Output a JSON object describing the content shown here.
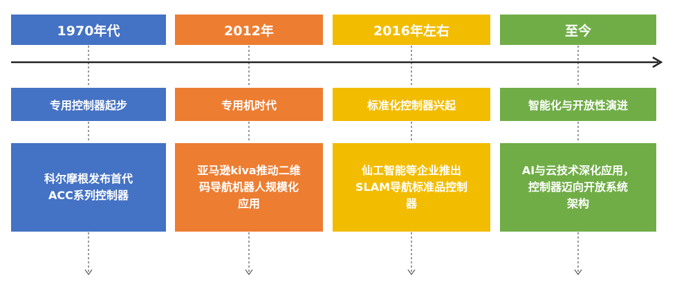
{
  "timeline": {
    "stages": [
      {
        "era": "1970年代",
        "theme": "专用控制器起步",
        "detail": [
          "科尔摩根发布首代",
          "ACC系列控制器"
        ],
        "color": "#4472c4"
      },
      {
        "era": "2012年",
        "theme": "专用机时代",
        "detail": [
          "亚马逊kiva推动二维",
          "码导航机器人规模化",
          "应用"
        ],
        "color": "#ed7d31"
      },
      {
        "era": "2016年左右",
        "theme": "标准化控制器兴起",
        "detail": [
          "仙工智能等企业推出",
          "SLAM导航标准品控制",
          "器"
        ],
        "color": "#f2bc00"
      },
      {
        "era": "至今",
        "theme": "智能化与开放性演进",
        "detail": [
          "AI与云技术深化应用，",
          "控制器迈向开放系统",
          "架构"
        ],
        "color": "#70ad47"
      }
    ]
  }
}
